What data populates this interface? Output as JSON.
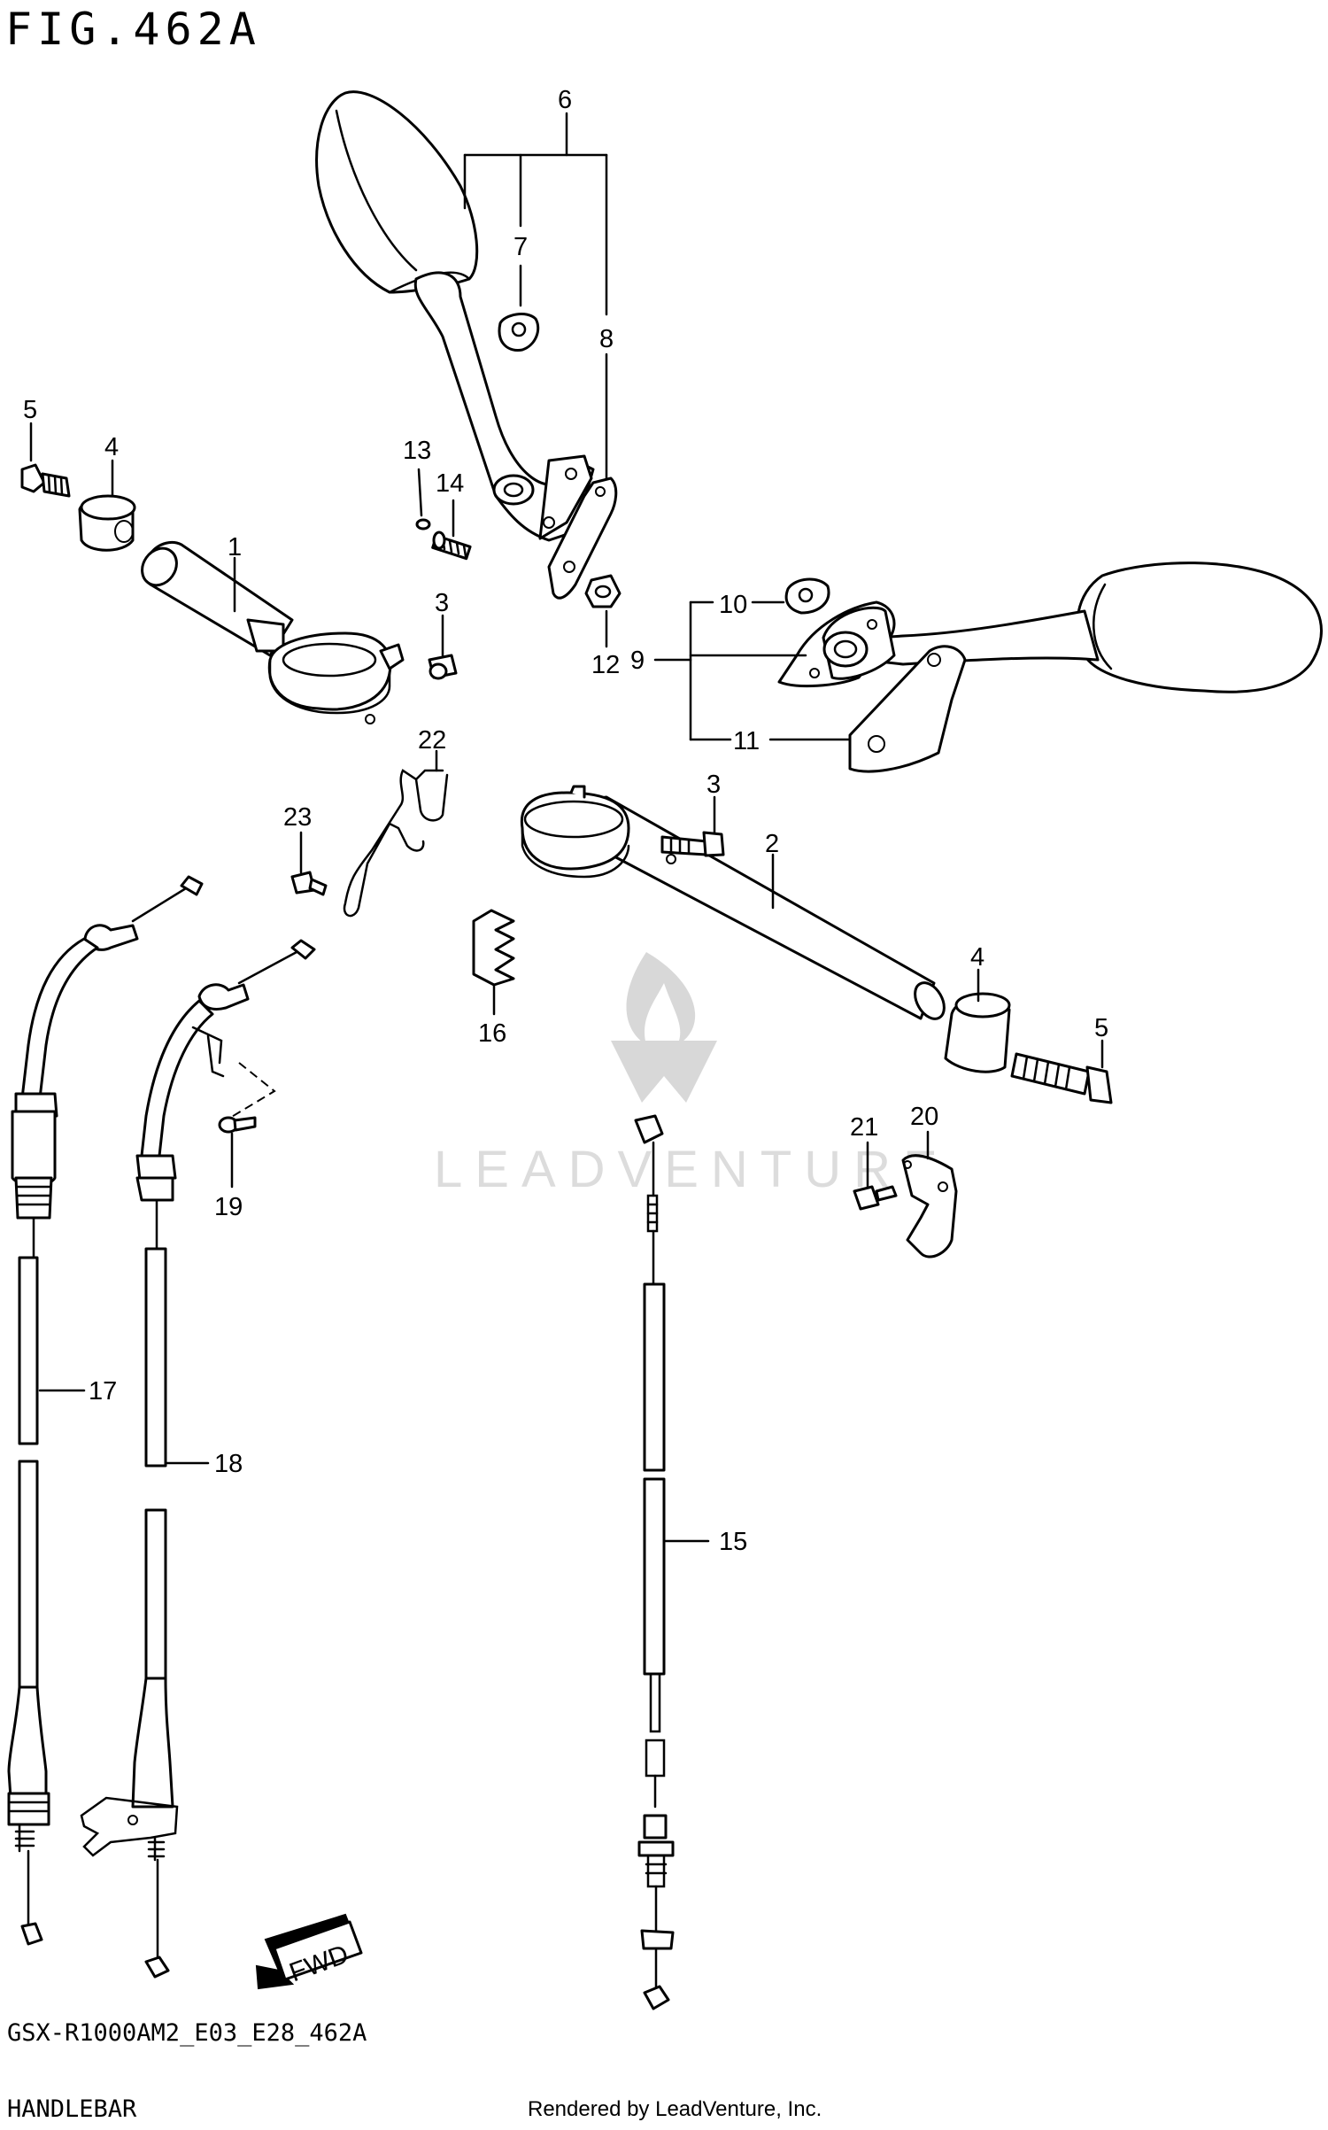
{
  "header": {
    "title": "FIG.462A"
  },
  "footer": {
    "model_code": "GSX-R1000AM2_E03_E28_462A",
    "section_name": "HANDLEBAR",
    "rendered_by": "Rendered by LeadVenture, Inc."
  },
  "watermark": {
    "text": "LEADVENTURE"
  },
  "fwd_label": "FWD",
  "callouts": {
    "c1": "1",
    "c2": "2",
    "c3a": "3",
    "c3b": "3",
    "c4a": "4",
    "c4b": "4",
    "c5a": "5",
    "c5b": "5",
    "c6": "6",
    "c7": "7",
    "c8": "8",
    "c9": "9",
    "c10": "10",
    "c11": "11",
    "c12": "12",
    "c13": "13",
    "c14": "14",
    "c15": "15",
    "c16": "16",
    "c17": "17",
    "c18": "18",
    "c19": "19",
    "c20": "20",
    "c21": "21",
    "c22": "22",
    "c23": "23"
  }
}
